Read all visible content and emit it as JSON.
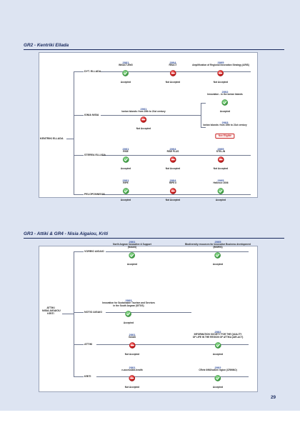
{
  "sections": {
    "gr2": {
      "title": "GR2 - Kentriki Ellada",
      "root": "KENTRIKI ELLADA",
      "regions": {
        "dytiki_ellada": {
          "label": "DYT. ELLADA",
          "p1": {
            "year": "2001",
            "title": "INNACT-ENG",
            "status": "Accepted",
            "icon": "check-icon"
          },
          "p2": {
            "year": "2004",
            "title": "REACT",
            "status": "Not Accepted",
            "icon": "no-entry-icon"
          },
          "p3": {
            "year": "2005",
            "title": "Amplification of Regional Innovation Strategy (ARIS)",
            "status": "Not Accepted",
            "icon": "no-entry-icon"
          }
        },
        "ionia_nisia": {
          "label": "IONIA NISIA",
          "p1": {
            "year": "2001",
            "title": "Ionian Islands: from 19th to 21st century",
            "status": "Not Accepted",
            "icon": "no-entry-icon"
          },
          "p2": {
            "year": "2002",
            "title": "Innovation - in the Ionian Islands",
            "status": "Accepted",
            "icon": "check-icon"
          },
          "p3": {
            "year": "2003",
            "title": "Ionian Islands: from 19th to 21st century",
            "status": "Non Eligible"
          }
        },
        "sterea_ellada": {
          "label": "STEREA ELLADA",
          "p1": {
            "year": "2001",
            "title": "RISE",
            "status": "Accepted",
            "icon": "check-icon"
          },
          "p2": {
            "year": "2004",
            "title": "RISE PLUS",
            "status": "Not Accepted",
            "icon": "no-entry-icon"
          },
          "p3": {
            "year": "2005",
            "title": "STEL-IN",
            "status": "Not Accepted",
            "icon": "no-entry-icon"
          }
        },
        "peloponnisos": {
          "label": "PELOPONNISOS",
          "p1": {
            "year": "2001",
            "title": "RIPE",
            "status": "Accepted",
            "icon": "check-icon"
          },
          "p2": {
            "year": "2004",
            "title": "RIPE II",
            "status": "Not Accepted",
            "icon": "no-entry-icon"
          },
          "p3": {
            "year": "2005",
            "title": "Hellence 2006",
            "status": "Accepted",
            "icon": "check-icon"
          }
        }
      }
    },
    "gr3": {
      "title": "GR3 - Attiki & GR4 - Nisia Aigaiou, Kriti",
      "root": [
        "ATTIKI",
        "NISIA AIGAIOU",
        "KRITI"
      ],
      "regions": {
        "voreio_aigaio": {
          "label": "VOREIO AIGAIO",
          "p1": {
            "year": "2001",
            "title1": "North Aegean Innovative & Support",
            "title2": "(NAIAS)",
            "status": "Accepted",
            "icon": "check-icon"
          },
          "p2": {
            "year": "2005",
            "title1": "Biodiversity resources for Innovative Business development",
            "title2": "(BIORIS)",
            "status": "Accepted",
            "icon": "check-icon"
          }
        },
        "notio_aigaio": {
          "label": "NOTIO AIGAIO",
          "p1": {
            "year": "2003",
            "title1": "Innovation for Sustainable Tourism and Services",
            "title2": "in the South Aegean (SITOS)",
            "status": "Accepted",
            "icon": "check-icon"
          }
        },
        "attiki": {
          "label": "ATTIKI",
          "p1": {
            "year": "2001",
            "title1": "GAIAS",
            "status": "Not Accepted",
            "icon": "no-entry-icon"
          },
          "p2": {
            "year": "2002",
            "title1": "INFORMATION SOCIETY FOR THE QUALITY",
            "title2": "OF LIFE IN THE REGION OF ATTIKA (AIR-ACT)",
            "status": "Accepted",
            "icon": "check-icon"
          }
        },
        "kriti": {
          "label": "KRITI",
          "p1": {
            "year": "2001",
            "title1": "e-accessible-health",
            "status": "Not Accepted",
            "icon": "no-entry-icon"
          },
          "p2": {
            "year": "2002",
            "title1": "CRete INNOvative region (CRINNO)",
            "status": "Accepted",
            "icon": "check-icon"
          }
        }
      }
    }
  },
  "page_number": "29",
  "colors": {
    "background": "#dde4f2",
    "title": "#1a2a5e",
    "year": "#2d4a9a",
    "accepted": "#4caf50",
    "not_accepted": "#c81e1e"
  }
}
